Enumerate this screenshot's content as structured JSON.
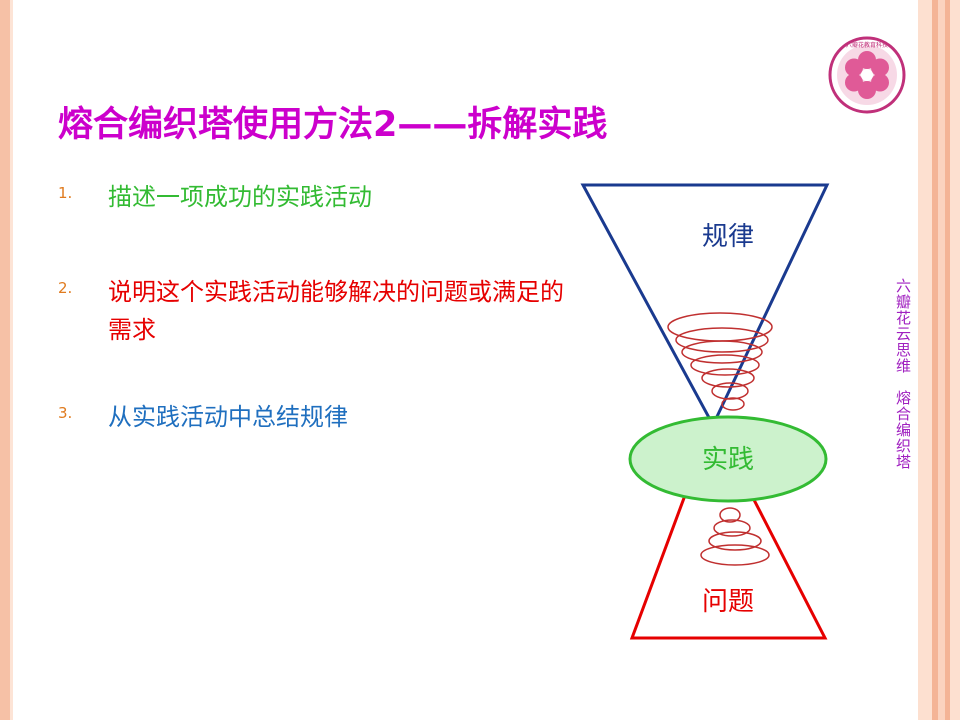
{
  "title": "熔合编织塔使用方法2——拆解实践",
  "steps": [
    {
      "num": "1.",
      "text": "描述一项成功的实践活动",
      "color": "#33bb33"
    },
    {
      "num": "2.",
      "text": "说明这个实践活动能够解决的问题或满足的需求",
      "color": "#e60000"
    },
    {
      "num": "3.",
      "text": "从实践活动中总结规律",
      "color": "#1f6fbf"
    }
  ],
  "diagram": {
    "top_label": "规律",
    "center_label": "实践",
    "bottom_label": "问题"
  },
  "side_text": "六瓣花云思维　熔合编织塔",
  "logo_text": "六瓣花教育科技",
  "colors": {
    "title": "#cc00cc",
    "number": "#e07b1f",
    "triangle_top": "#1a3a8f",
    "triangle_bottom": "#e60000",
    "ellipse_fill": "#ccf2cc",
    "ellipse_stroke": "#33bb33",
    "spiral": "#c03030",
    "side_text": "#a020c0"
  }
}
